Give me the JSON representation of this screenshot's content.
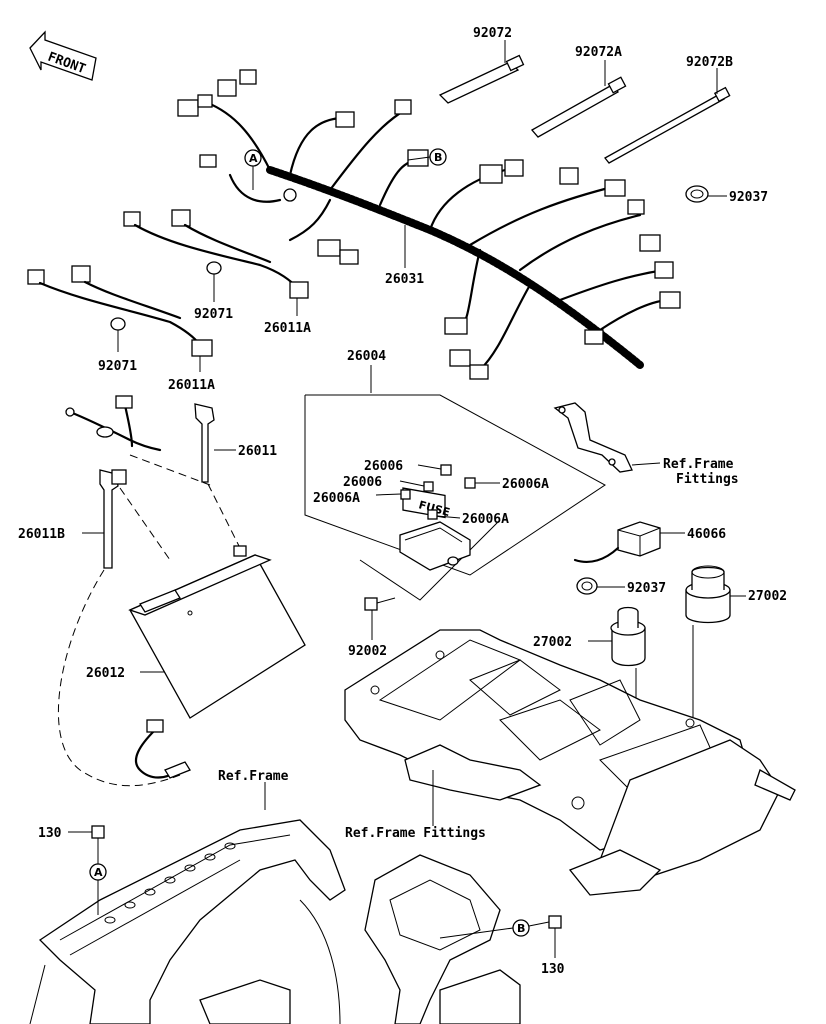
{
  "front_arrow": {
    "label": "FRONT"
  },
  "part_numbers": {
    "p92072": "92072",
    "p92072A": "92072A",
    "p92072B": "92072B",
    "p92037_top": "92037",
    "p26031": "26031",
    "p92071_upper": "92071",
    "p26011A_upper": "26011A",
    "p92071_lower": "92071",
    "p26011A_lower": "26011A",
    "p26004": "26004",
    "p26011": "26011",
    "p26006_a": "26006",
    "p26006_b": "26006",
    "p26006A_left": "26006A",
    "p26006A_right": "26006A",
    "p26006A_bottom": "26006A",
    "p26011B": "26011B",
    "p46066": "46066",
    "p92037_mid": "92037",
    "p27002_right": "27002",
    "p92002": "92002",
    "p27002_left": "27002",
    "p26012": "26012",
    "p130_left": "130",
    "p130_right": "130"
  },
  "references": {
    "frame_fittings_top_line1": "Ref.Frame",
    "frame_fittings_top_line2": "Fittings",
    "frame": "Ref.Frame",
    "frame_fittings_bottom": "Ref.Frame Fittings"
  },
  "callouts": {
    "a_harness": "A",
    "b_harness": "B",
    "a_frame": "A",
    "b_frame": "B"
  },
  "fuse_box": {
    "label": "FUSE"
  }
}
